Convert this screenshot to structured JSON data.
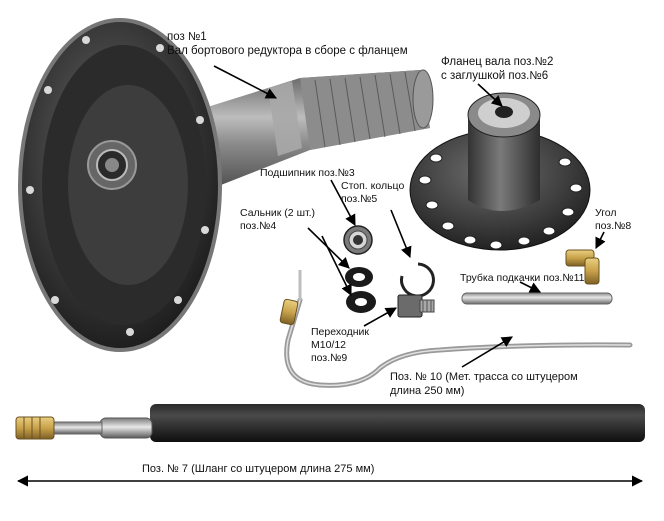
{
  "labels": {
    "shaft": {
      "line1": "поз №1",
      "line2": "Вал бортового редуктора в сборе с фланцем"
    },
    "flange": {
      "line1": "Фланец вала поз.№2",
      "line2": "с заглушкой поз.№6"
    },
    "bearing": {
      "line1": "Подшипник поз.№3"
    },
    "snap_ring": {
      "line1": "Стоп. кольцо",
      "line2": "поз.№5"
    },
    "seal": {
      "line1": "Сальник (2 шт.)",
      "line2": "поз.№4"
    },
    "elbow": {
      "line1": "Угол",
      "line2": "поз.№8"
    },
    "tube": {
      "line1": "Трубка подкачки поз.№11"
    },
    "adapter": {
      "line1": "Переходник",
      "line2": "М10/12",
      "line3": "поз.№9"
    },
    "metal_line": {
      "line1": "Поз. № 10 (Мет. трасса со штуцером",
      "line2": "длина 250 мм)"
    },
    "hose": {
      "line1": "Поз. № 7 (Шланг со штуцером  длина 275 мм)"
    }
  },
  "colors": {
    "metal_dark": "#3a3a3a",
    "metal_mid": "#7d7d7d",
    "metal_light": "#c9c9c9",
    "brass": "#c8a24a",
    "rubber": "#1a1a1a",
    "hose_blue": "#3a5f9e",
    "leader_black": "#000000"
  }
}
